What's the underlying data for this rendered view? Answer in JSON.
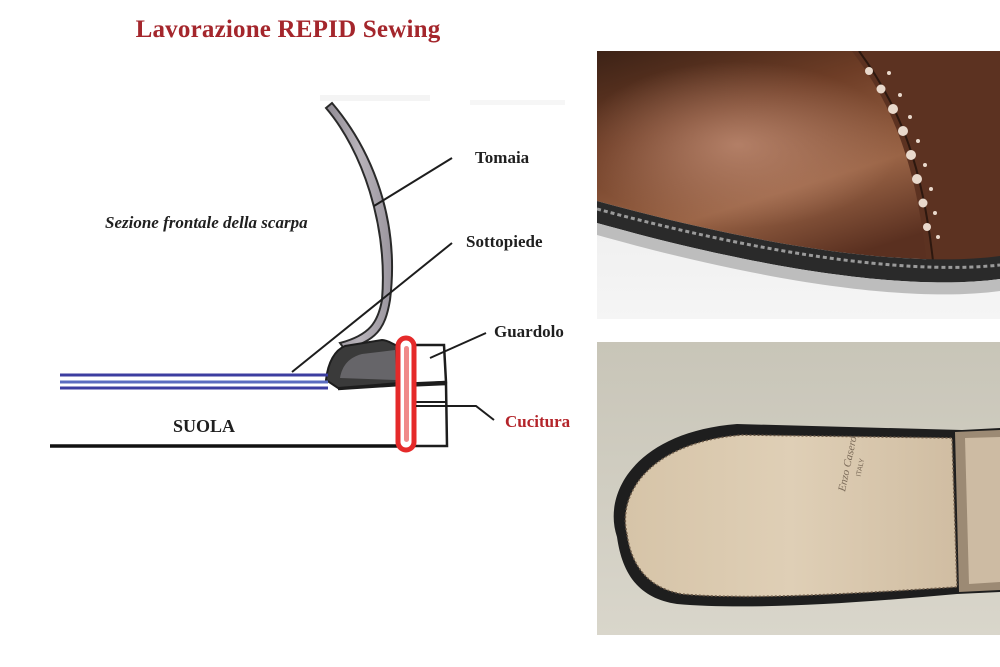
{
  "title": "Lavorazione REPID Sewing",
  "diagram": {
    "section_label": "Sezione frontale della scarpa",
    "labels": {
      "tomaia": "Tomaia",
      "sottopiede": "Sottopiede",
      "guardolo": "Guardolo",
      "cucitura": "Cucitura",
      "suola": "SUOLA"
    },
    "colors": {
      "title": "#a4262c",
      "stitch": "#e52a2a",
      "cucitura_label": "#b4242a",
      "insole_lines": "#3c3ea0",
      "upper_fill": "#a7a3a9"
    }
  },
  "photos": {
    "top": {
      "subject": "brogued-leather-upper-welt-closeup"
    },
    "bottom": {
      "subject": "leather-sole-underside",
      "stamp_text": [
        "Enzo Casero",
        "ITALY"
      ]
    }
  }
}
